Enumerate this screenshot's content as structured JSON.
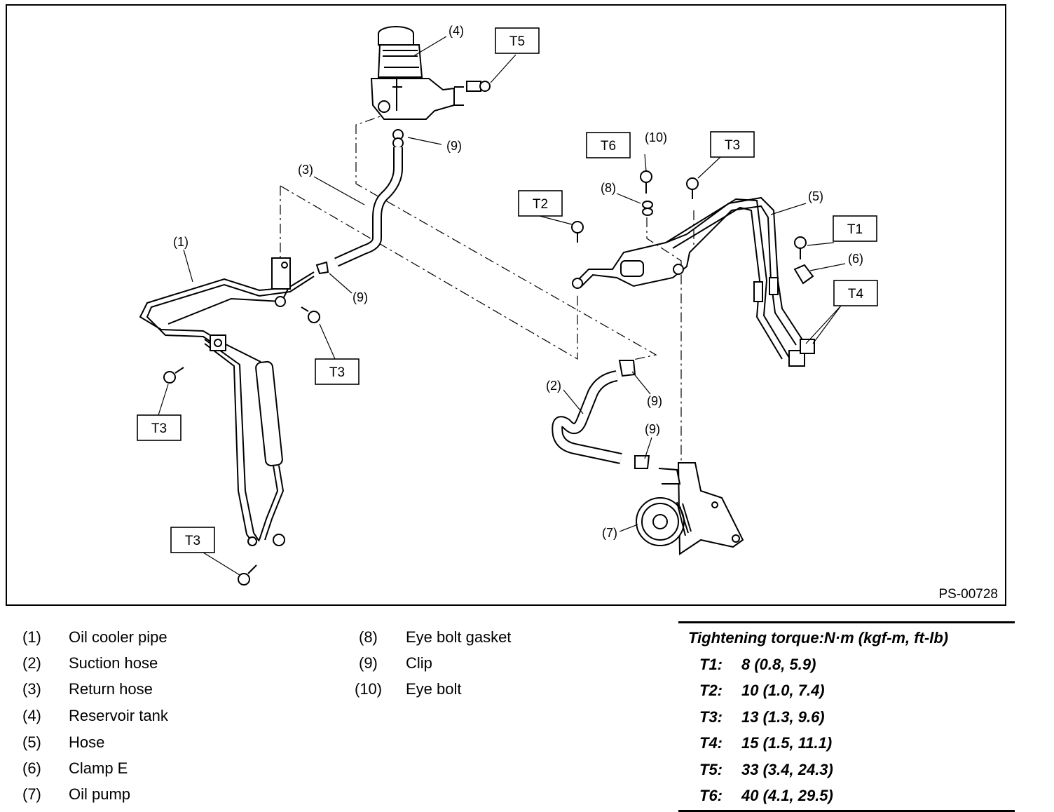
{
  "figure_code": "PS-00728",
  "callouts": {
    "c1": "(1)",
    "c2": "(2)",
    "c3": "(3)",
    "c4": "(4)",
    "c5": "(5)",
    "c6": "(6)",
    "c7": "(7)",
    "c8": "(8)",
    "c9a": "(9)",
    "c9b": "(9)",
    "c9c": "(9)",
    "c9d": "(9)",
    "c10": "(10)"
  },
  "torque_tags": {
    "t1": "T1",
    "t2": "T2",
    "t3a": "T3",
    "t3b": "T3",
    "t3c": "T3",
    "t3d": "T3",
    "t4": "T4",
    "t5": "T5",
    "t6": "T6"
  },
  "legend": [
    {
      "num": "(1)",
      "name": "Oil cooler pipe"
    },
    {
      "num": "(2)",
      "name": "Suction hose"
    },
    {
      "num": "(3)",
      "name": "Return hose"
    },
    {
      "num": "(4)",
      "name": "Reservoir tank"
    },
    {
      "num": "(5)",
      "name": "Hose"
    },
    {
      "num": "(6)",
      "name": "Clamp E"
    },
    {
      "num": "(7)",
      "name": "Oil pump"
    },
    {
      "num": "(8)",
      "name": "Eye bolt gasket"
    },
    {
      "num": "(9)",
      "name": "Clip"
    },
    {
      "num": "(10)",
      "name": "Eye bolt"
    }
  ],
  "torque_table": {
    "title": "Tightening torque:N·m (kgf-m, ft-lb)",
    "rows": [
      {
        "key": "T1:",
        "value": "8 (0.8, 5.9)"
      },
      {
        "key": "T2:",
        "value": "10 (1.0, 7.4)"
      },
      {
        "key": "T3:",
        "value": "13 (1.3, 9.6)"
      },
      {
        "key": "T4:",
        "value": "15 (1.5, 11.1)"
      },
      {
        "key": "T5:",
        "value": "33 (3.4, 24.3)"
      },
      {
        "key": "T6:",
        "value": "40 (4.1, 29.5)"
      }
    ]
  }
}
